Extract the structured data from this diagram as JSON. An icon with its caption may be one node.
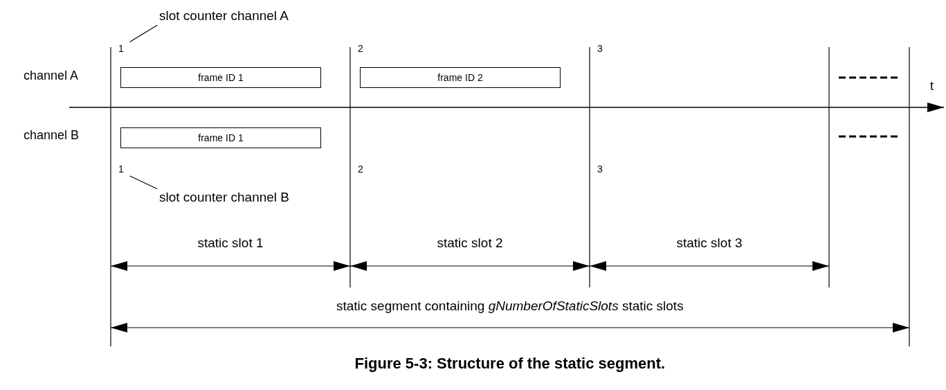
{
  "diagram": {
    "caption": "Figure 5-3: Structure of the static segment.",
    "nodes": [
      {
        "text": [
          "slot counter channel A"
        ]
      },
      {
        "text": [
          "1"
        ]
      },
      {
        "text": [
          "frame ID 1"
        ]
      },
      {
        "text": [
          "frame ID 2"
        ]
      },
      {
        "text": [
          "frame ID 1"
        ]
      },
      {
        "text": [
          "1"
        ]
      },
      {
        "text": [
          "slot counter channel B"
        ]
      }
    ],
    "edges": [
      {
        "from": 0,
        "to": 1,
        "arrow": "none"
      },
      {
        "from": 6,
        "to": 5,
        "arrow": "none"
      }
    ],
    "labels": [
      "2",
      "3",
      "channel A",
      "t",
      "channel B",
      "2",
      "3",
      "static slot 1",
      "static slot 2",
      "static slot 3",
      "static segment containing *gNumberOfStaticSlots* static slots"
    ]
  }
}
